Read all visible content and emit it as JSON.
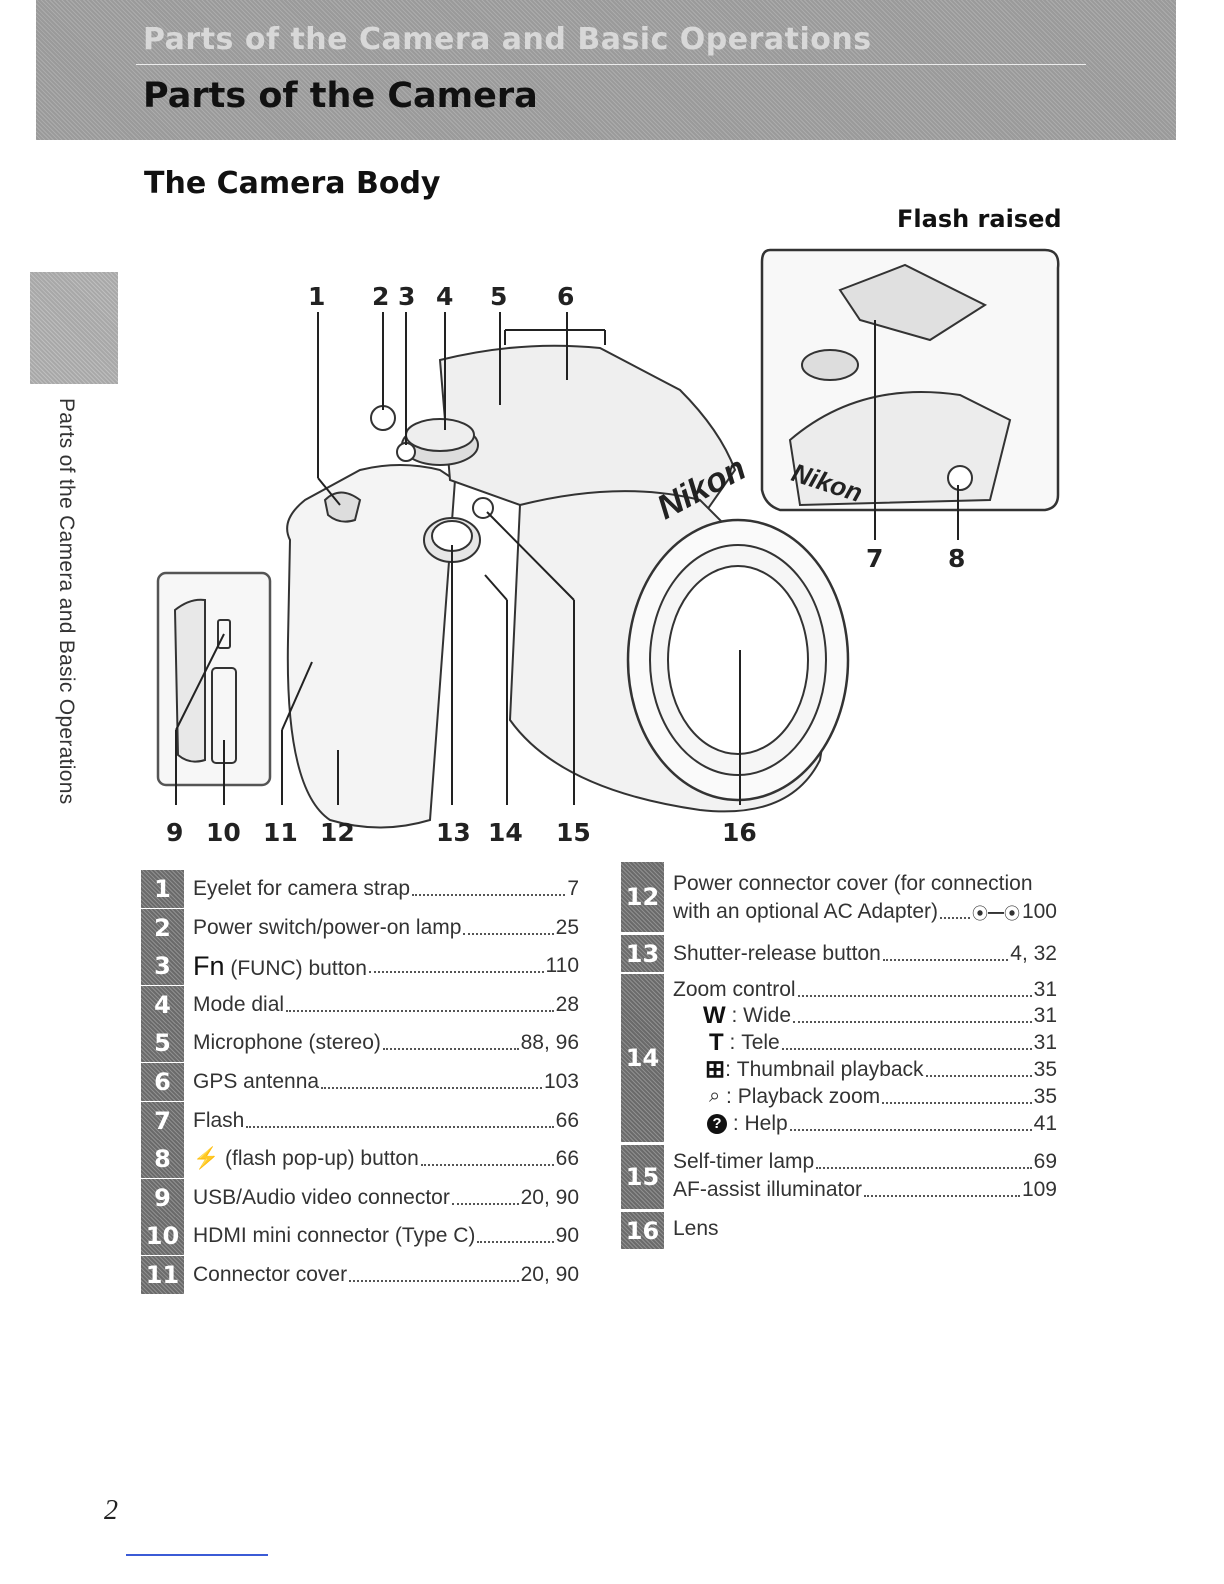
{
  "header": {
    "chapter": "Parts of the Camera and Basic Operations",
    "title": "Parts of the Camera"
  },
  "section": {
    "title": "The Camera Body",
    "flash_title": "Flash raised"
  },
  "side_tab": {
    "text": "Parts of the Camera and Basic Operations"
  },
  "diagram": {
    "brand": "Nikon",
    "callouts": [
      "1",
      "2",
      "3",
      "4",
      "5",
      "6",
      "7",
      "8",
      "9",
      "10",
      "11",
      "12",
      "13",
      "14",
      "15",
      "16"
    ]
  },
  "parts_left": [
    {
      "num": "1",
      "name": "Eyelet for camera strap",
      "page": "7"
    },
    {
      "num": "2",
      "name": "Power switch/power-on lamp",
      "page": "25"
    },
    {
      "num": "3",
      "name_prefix": "Fn",
      "name": " (FUNC) button",
      "page": "110"
    },
    {
      "num": "4",
      "name": "Mode dial",
      "page": "28"
    },
    {
      "num": "5",
      "name": "Microphone (stereo)",
      "page": "88, 96"
    },
    {
      "num": "6",
      "name": "GPS antenna",
      "page": "103"
    },
    {
      "num": "7",
      "name": "Flash",
      "page": "66"
    },
    {
      "num": "8",
      "name_prefix": "⚡",
      "name": " (flash pop-up) button",
      "page": "66"
    },
    {
      "num": "9",
      "name": "USB/Audio video connector",
      "page": "20, 90"
    },
    {
      "num": "10",
      "name": "HDMI mini connector (Type C)",
      "page": "90"
    },
    {
      "num": "11",
      "name": "Connector cover",
      "page": "20, 90"
    }
  ],
  "parts_right": {
    "p12": {
      "num": "12",
      "line1": "Power connector cover (for connection",
      "line2": "with an optional AC Adapter)",
      "ref_icon": "⦿━⦿",
      "page": "100"
    },
    "p13": {
      "num": "13",
      "name": "Shutter-release button",
      "page": "4, 32"
    },
    "p14": {
      "num": "14",
      "name": "Zoom control",
      "page": "31",
      "subs": [
        {
          "sym": "W",
          "name": "Wide",
          "page": "31"
        },
        {
          "sym": "T",
          "name": "Tele",
          "page": "31"
        },
        {
          "sym": "⊞",
          "name": "Thumbnail playback",
          "page": "35"
        },
        {
          "sym": "⌕",
          "name": "Playback zoom",
          "page": "35"
        },
        {
          "sym": "?",
          "name": "Help",
          "page": "41"
        }
      ]
    },
    "p15": {
      "num": "15",
      "line1": "Self-timer lamp",
      "page1": "69",
      "line2": "AF-assist illuminator",
      "page2": "109"
    },
    "p16": {
      "num": "16",
      "name": "Lens"
    }
  },
  "footer": {
    "page_number": "2"
  }
}
